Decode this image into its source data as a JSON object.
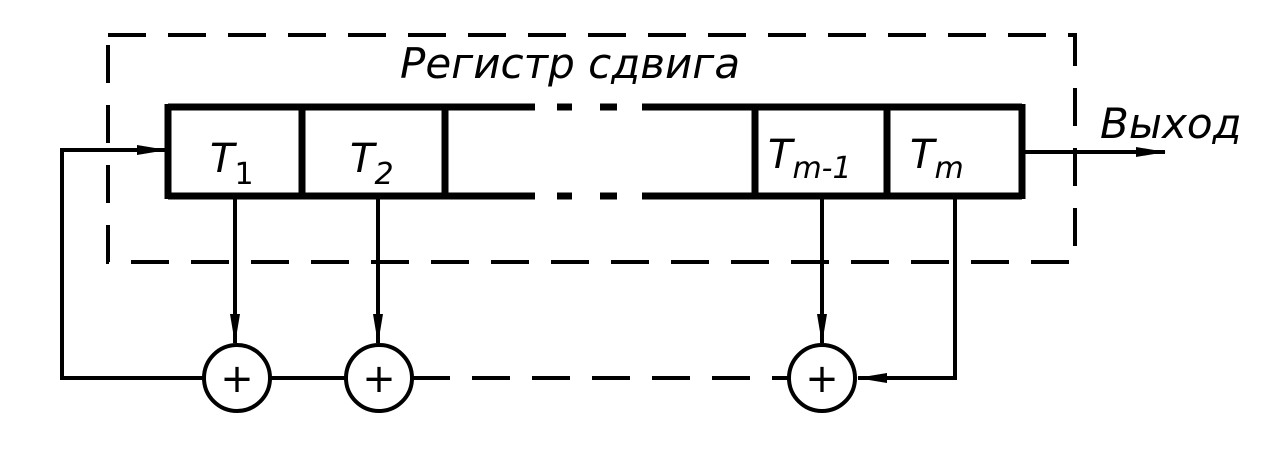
{
  "title": "Регистр сдвига",
  "output_label": "Выход",
  "cells": [
    {
      "main": "T",
      "sub": "1"
    },
    {
      "main": "T",
      "sub": "2"
    },
    {
      "main": "T",
      "sub": "m-1"
    },
    {
      "main": "T",
      "sub": "m"
    }
  ],
  "adder_symbol": "+"
}
